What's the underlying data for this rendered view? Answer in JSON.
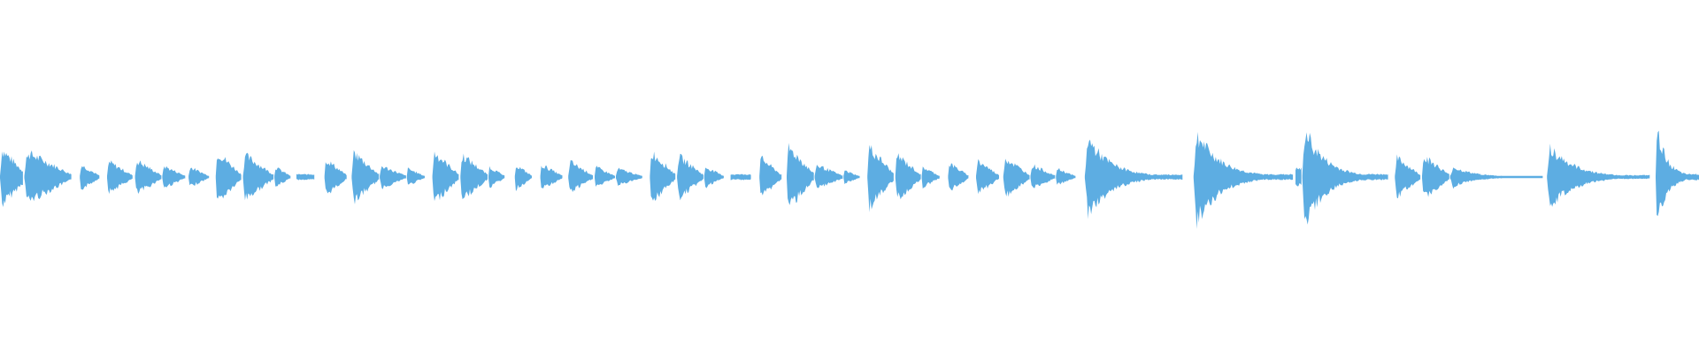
{
  "waveform": {
    "color": "#5dade2",
    "background": "#ffffff",
    "duration_share_note": "",
    "events": [
      {
        "start": 0.0,
        "end": 0.0135,
        "peak": 0.5,
        "decay": "attack-drop"
      },
      {
        "start": 0.0143,
        "end": 0.042,
        "peak": 0.45,
        "decay": "linear"
      },
      {
        "start": 0.047,
        "end": 0.0585,
        "peak": 0.22,
        "decay": "linear"
      },
      {
        "start": 0.063,
        "end": 0.078,
        "peak": 0.28,
        "decay": "linear"
      },
      {
        "start": 0.0795,
        "end": 0.095,
        "peak": 0.3,
        "decay": "linear"
      },
      {
        "start": 0.0955,
        "end": 0.109,
        "peak": 0.2,
        "decay": "linear"
      },
      {
        "start": 0.111,
        "end": 0.123,
        "peak": 0.18,
        "decay": "linear"
      },
      {
        "start": 0.127,
        "end": 0.142,
        "peak": 0.45,
        "decay": "linear"
      },
      {
        "start": 0.143,
        "end": 0.161,
        "peak": 0.4,
        "decay": "linear"
      },
      {
        "start": 0.1615,
        "end": 0.171,
        "peak": 0.18,
        "decay": "linear"
      },
      {
        "start": 0.1745,
        "end": 0.185,
        "peak": 0.08,
        "decay": "flat"
      },
      {
        "start": 0.191,
        "end": 0.204,
        "peak": 0.32,
        "decay": "linear"
      },
      {
        "start": 0.207,
        "end": 0.223,
        "peak": 0.45,
        "decay": "linear"
      },
      {
        "start": 0.2235,
        "end": 0.239,
        "peak": 0.2,
        "decay": "linear"
      },
      {
        "start": 0.2395,
        "end": 0.25,
        "peak": 0.15,
        "decay": "linear"
      },
      {
        "start": 0.2545,
        "end": 0.27,
        "peak": 0.45,
        "decay": "linear"
      },
      {
        "start": 0.271,
        "end": 0.287,
        "peak": 0.4,
        "decay": "linear"
      },
      {
        "start": 0.2875,
        "end": 0.297,
        "peak": 0.18,
        "decay": "linear"
      },
      {
        "start": 0.303,
        "end": 0.313,
        "peak": 0.22,
        "decay": "linear"
      },
      {
        "start": 0.318,
        "end": 0.331,
        "peak": 0.22,
        "decay": "linear"
      },
      {
        "start": 0.3345,
        "end": 0.349,
        "peak": 0.28,
        "decay": "linear"
      },
      {
        "start": 0.35,
        "end": 0.362,
        "peak": 0.18,
        "decay": "linear"
      },
      {
        "start": 0.3625,
        "end": 0.378,
        "peak": 0.15,
        "decay": "linear"
      },
      {
        "start": 0.3825,
        "end": 0.3975,
        "peak": 0.45,
        "decay": "linear"
      },
      {
        "start": 0.3985,
        "end": 0.414,
        "peak": 0.38,
        "decay": "linear"
      },
      {
        "start": 0.4145,
        "end": 0.426,
        "peak": 0.18,
        "decay": "linear"
      },
      {
        "start": 0.43,
        "end": 0.442,
        "peak": 0.08,
        "decay": "flat"
      },
      {
        "start": 0.447,
        "end": 0.46,
        "peak": 0.35,
        "decay": "linear"
      },
      {
        "start": 0.463,
        "end": 0.479,
        "peak": 0.55,
        "decay": "linear"
      },
      {
        "start": 0.4795,
        "end": 0.496,
        "peak": 0.22,
        "decay": "linear"
      },
      {
        "start": 0.4965,
        "end": 0.506,
        "peak": 0.12,
        "decay": "linear"
      },
      {
        "start": 0.5105,
        "end": 0.526,
        "peak": 0.55,
        "decay": "linear"
      },
      {
        "start": 0.527,
        "end": 0.542,
        "peak": 0.4,
        "decay": "linear"
      },
      {
        "start": 0.5425,
        "end": 0.553,
        "peak": 0.18,
        "decay": "linear"
      },
      {
        "start": 0.558,
        "end": 0.57,
        "peak": 0.25,
        "decay": "linear"
      },
      {
        "start": 0.5745,
        "end": 0.588,
        "peak": 0.3,
        "decay": "linear"
      },
      {
        "start": 0.5905,
        "end": 0.606,
        "peak": 0.35,
        "decay": "linear"
      },
      {
        "start": 0.6065,
        "end": 0.621,
        "peak": 0.22,
        "decay": "linear"
      },
      {
        "start": 0.6215,
        "end": 0.633,
        "peak": 0.15,
        "decay": "linear"
      },
      {
        "start": 0.6385,
        "end": 0.696,
        "peak": 0.7,
        "decay": "exp"
      },
      {
        "start": 0.7025,
        "end": 0.761,
        "peak": 0.8,
        "decay": "exp"
      },
      {
        "start": 0.7625,
        "end": 0.766,
        "peak": 0.25,
        "decay": "flat"
      },
      {
        "start": 0.7665,
        "end": 0.817,
        "peak": 0.85,
        "decay": "exp"
      },
      {
        "start": 0.821,
        "end": 0.836,
        "peak": 0.35,
        "decay": "linear"
      },
      {
        "start": 0.837,
        "end": 0.853,
        "peak": 0.38,
        "decay": "linear"
      },
      {
        "start": 0.8535,
        "end": 0.908,
        "peak": 0.18,
        "decay": "exp"
      },
      {
        "start": 0.9105,
        "end": 0.971,
        "peak": 0.55,
        "decay": "exp"
      },
      {
        "start": 0.9745,
        "end": 1.0,
        "peak": 0.85,
        "decay": "exp"
      }
    ]
  }
}
